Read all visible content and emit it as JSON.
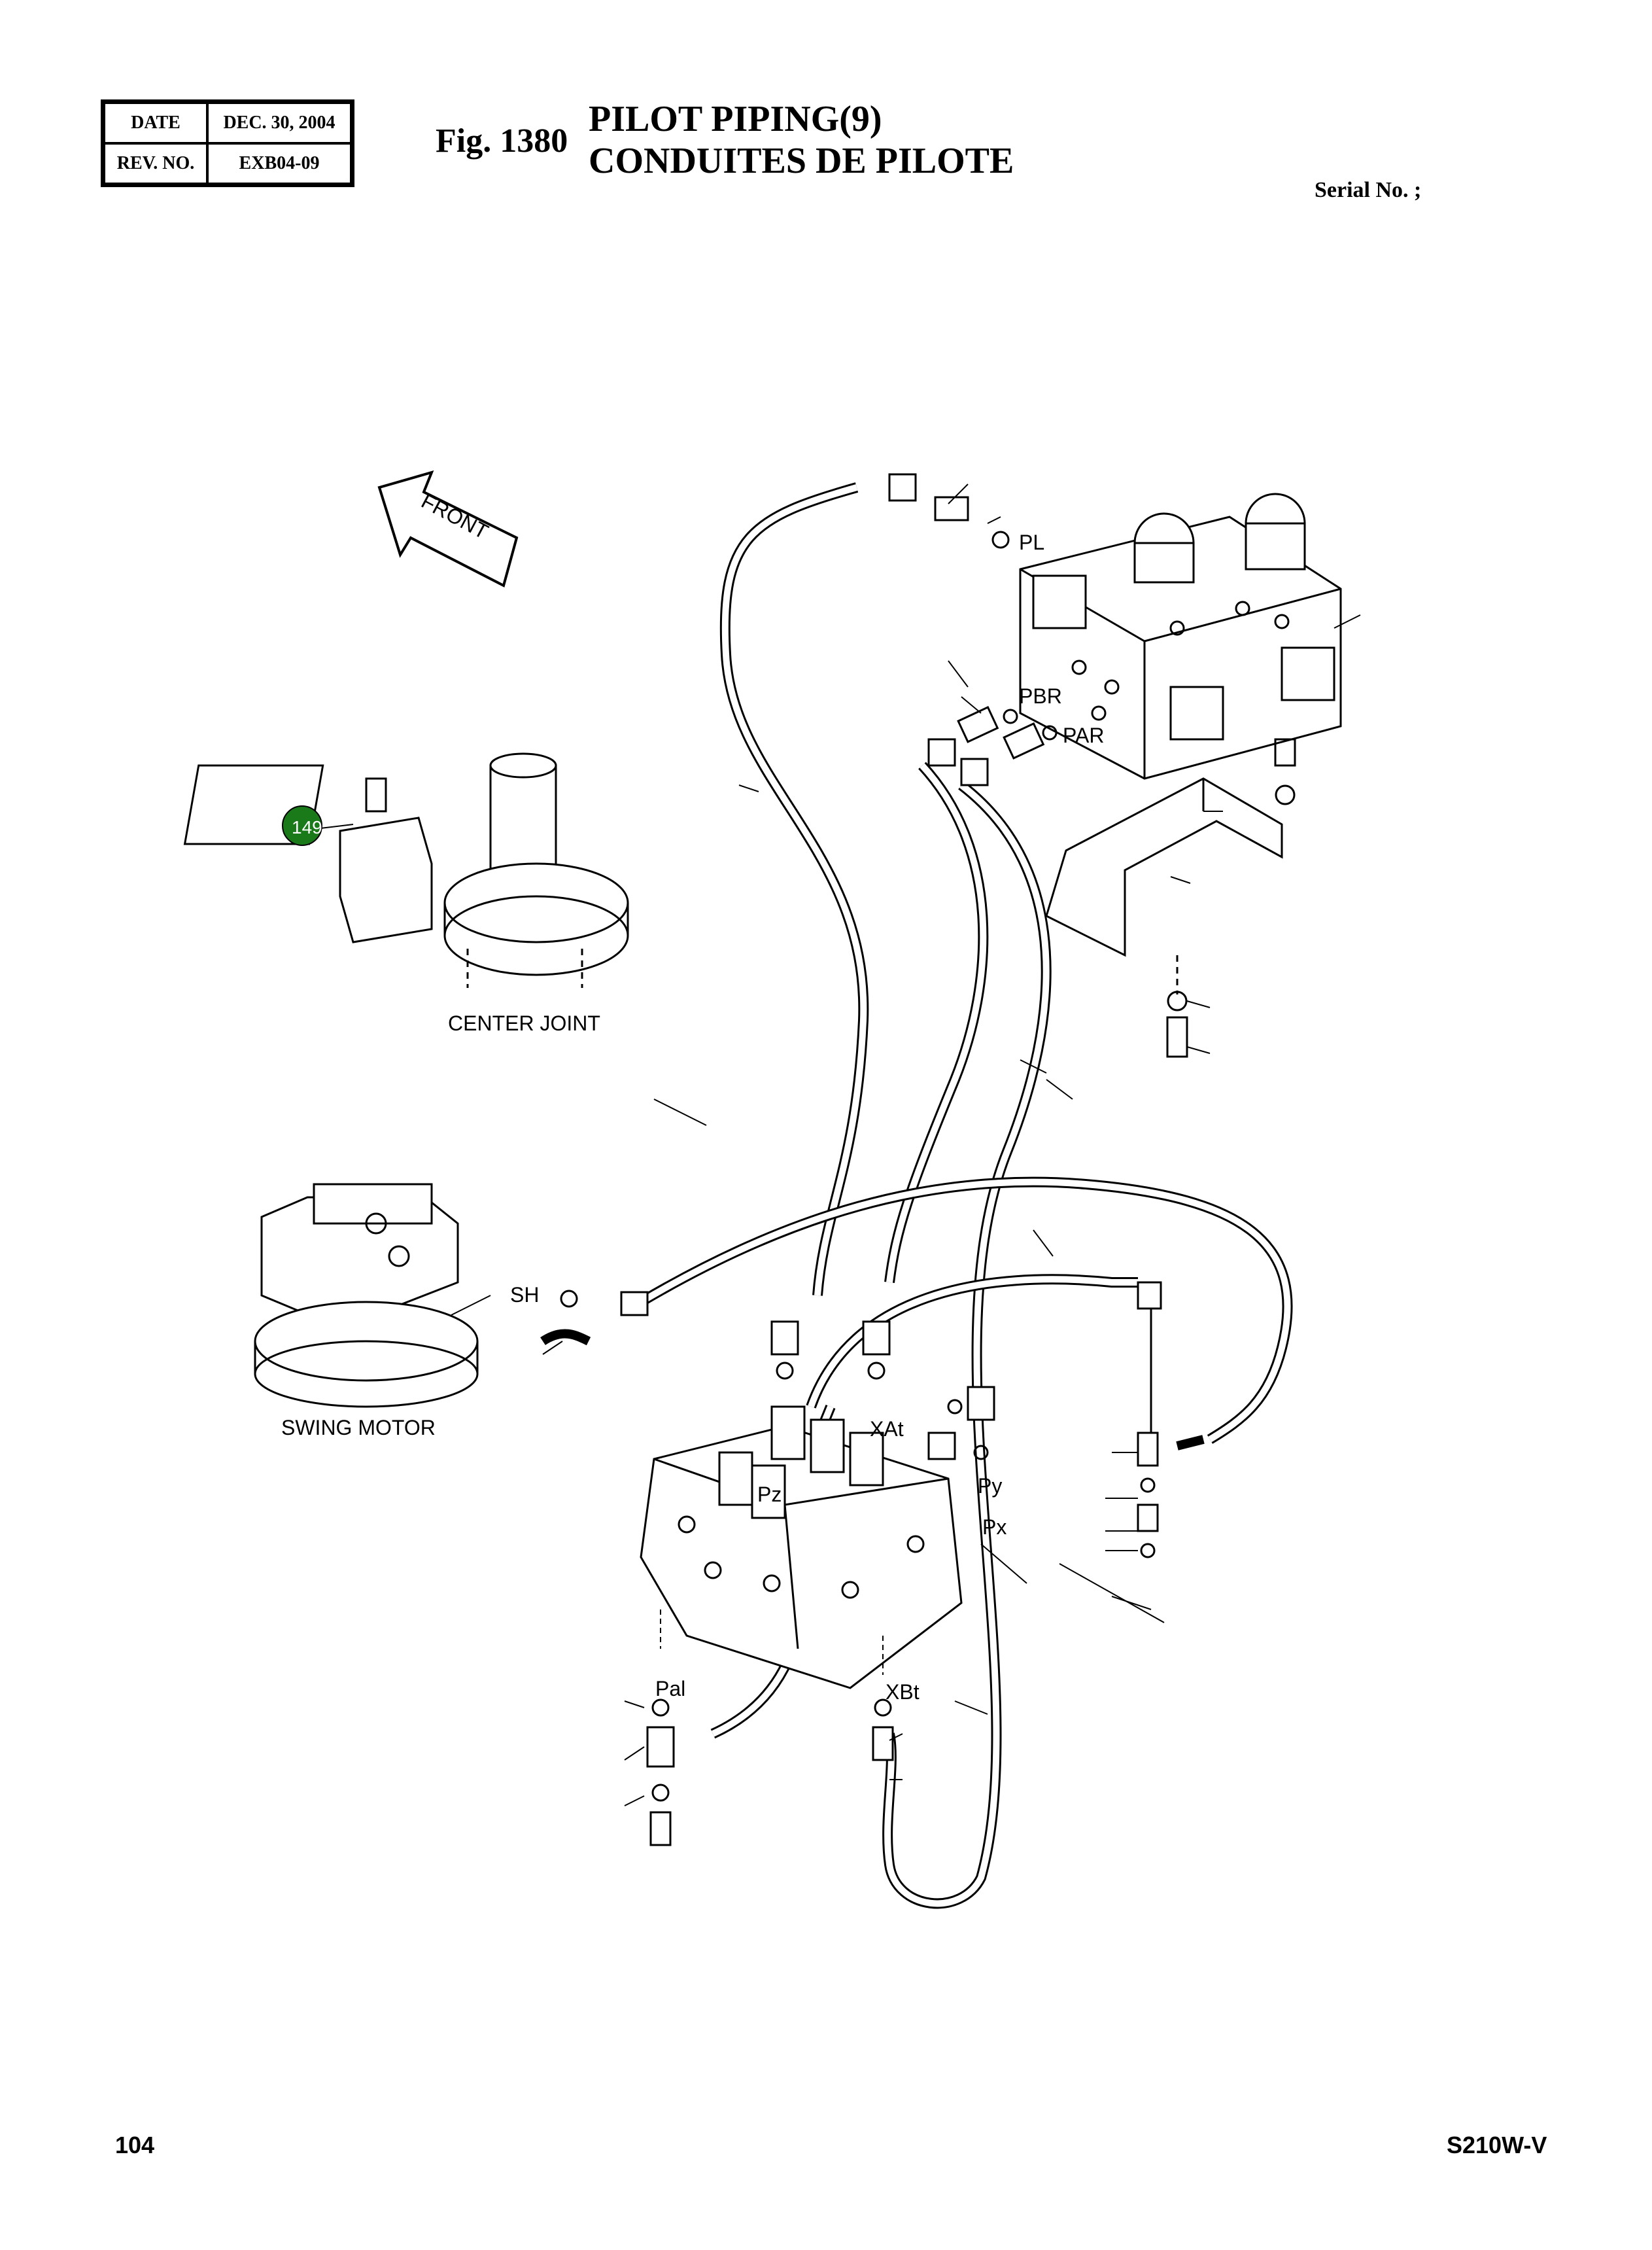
{
  "header": {
    "date_label": "DATE",
    "date_value": "DEC.  30, 2004",
    "rev_label": "REV. NO.",
    "rev_value": "EXB04-09",
    "figure_number": "Fig. 1380",
    "title_en": "PILOT PIPING(9)",
    "title_fr": "CONDUITES DE PILOTE",
    "serial": "Serial No. ;"
  },
  "diagram": {
    "front_label": "FRONT",
    "callout": "149",
    "callout_color": "#1a7a1a",
    "component_labels": {
      "center_joint": "CENTER JOINT",
      "swing_motor": "SWING MOTOR"
    },
    "port_labels": {
      "pl": "PL",
      "pbr": "PBR",
      "par": "PAR",
      "sh": "SH",
      "xat": "XAt",
      "py": "Py",
      "pz": "Pz",
      "px": "Px",
      "pal": "Pal",
      "xbt": "XBt"
    }
  },
  "footer": {
    "page_number": "104",
    "model": "S210W-V"
  }
}
